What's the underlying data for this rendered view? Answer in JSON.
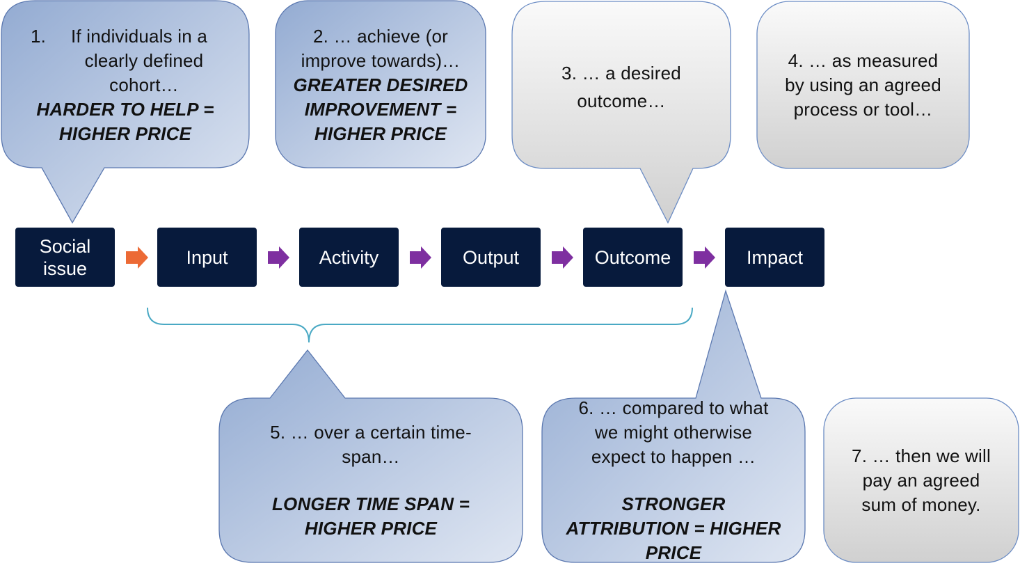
{
  "flow": {
    "steps": [
      "Social issue",
      "Input",
      "Activity",
      "Output",
      "Outcome",
      "Impact"
    ],
    "arrow_colors": {
      "first": "#ec6a35",
      "rest": "#7e2fa0"
    },
    "box_color": "#071a3c"
  },
  "callouts": {
    "c1": {
      "number": "1.",
      "text": "If individuals in a",
      "line2": "clearly defined",
      "line3": "cohort…",
      "emph1": "HARDER TO HELP =",
      "emph2": "HIGHER PRICE"
    },
    "c2": {
      "line1": "2. … achieve (or",
      "line2": "improve towards)…",
      "emph1": "GREATER DESIRED",
      "emph2": "IMPROVEMENT =",
      "emph3": "HIGHER PRICE"
    },
    "c3": {
      "line1": "3. … a desired",
      "line2": "outcome…"
    },
    "c4": {
      "line1": "4. … as measured",
      "line2": "by using an agreed",
      "line3": "process or tool…"
    },
    "c5": {
      "line1": "5. … over a certain time-",
      "line2": "span…",
      "emph1": "LONGER TIME SPAN =",
      "emph2": "HIGHER PRICE"
    },
    "c6": {
      "line1": "6. … compared to what",
      "line2": "we might otherwise",
      "line3": "expect to happen …",
      "emph1": "STRONGER",
      "emph2": "ATTRIBUTION = HIGHER",
      "emph3": "PRICE"
    },
    "c7": {
      "line1": "7. … then we will",
      "line2": "pay an agreed",
      "line3": "sum of money."
    }
  },
  "colors": {
    "blue_light": "#dce4f0",
    "blue_dark": "#94acd2",
    "grey_light": "#f7f7f7",
    "grey_dark": "#d2d2d2",
    "brace": "#4aa9c4"
  }
}
